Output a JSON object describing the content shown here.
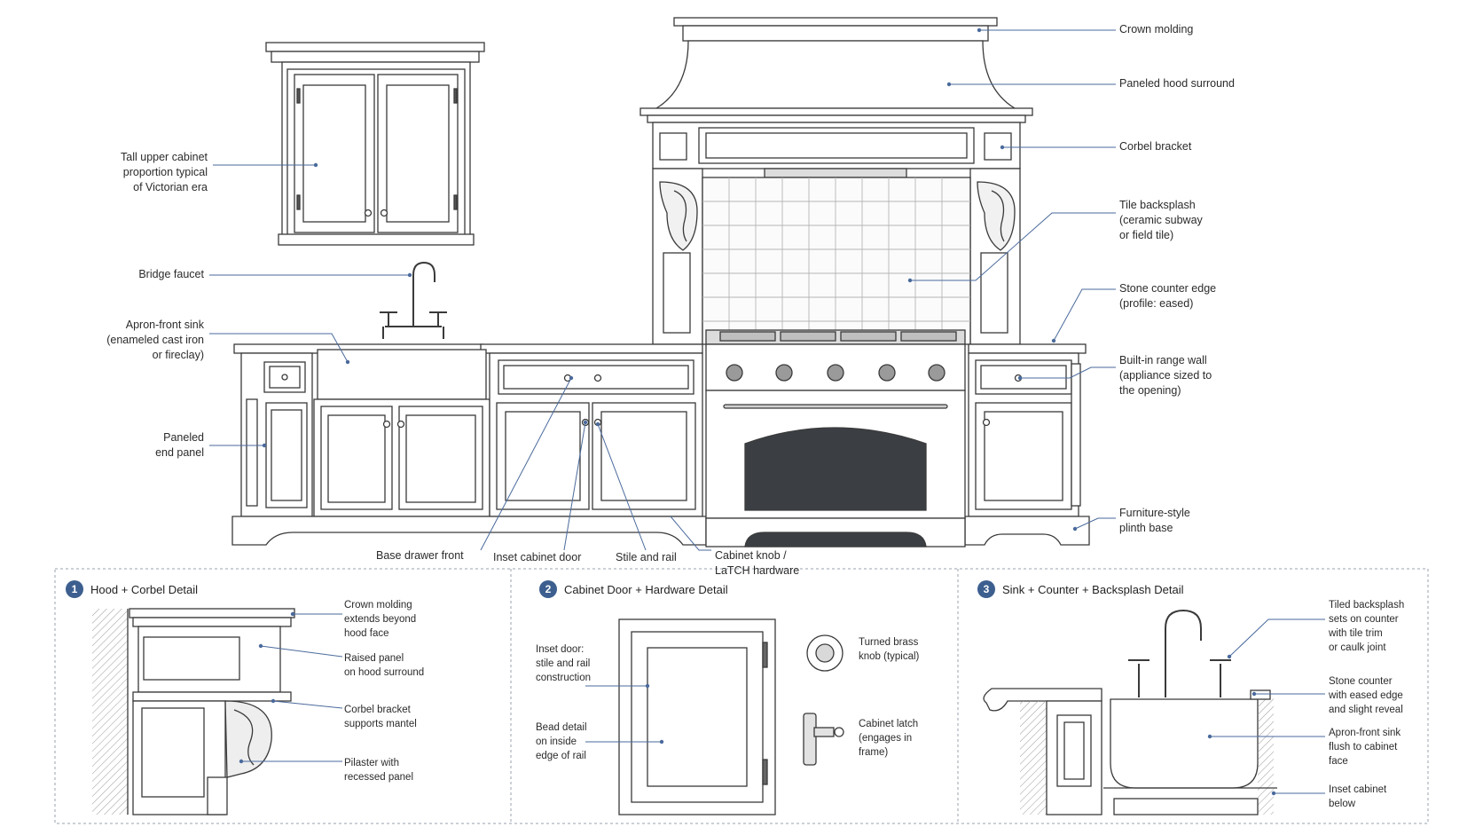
{
  "colors": {
    "leader": "#4a6a9c",
    "ink": "#3a3a3a",
    "badge": "#3d5f8f",
    "oven_window": "#3b3f44"
  },
  "main_labels": {
    "crown_molding": "Crown molding",
    "hood_surround": "Paneled hood surround",
    "corbel": "Corbel bracket",
    "tile": "Tile backsplash\n(ceramic subway\nor field tile)",
    "counter_edge": "Stone counter edge\n(profile: eased)",
    "range_wall": "Built-in range wall\n(appliance sized to\nthe opening)",
    "plinth": "Furniture-style\nplinth base",
    "upper_cabinet": "Tall upper cabinet\nproportion typical\nof Victorian era",
    "faucet": "Bridge faucet",
    "sink": "Apron-front sink\n(enameled cast iron\nor fireclay)",
    "end_panel": "Paneled\nend panel",
    "drawer_front": "Base drawer front",
    "inset_door": "Inset cabinet door",
    "stile_rail": "Stile and rail",
    "knob_latch": "Cabinet knob /\nLaTCH hardware"
  },
  "panels": [
    {
      "number": "1",
      "title": "Hood + Corbel Detail",
      "labels": [
        "Crown molding\nextends beyond\nhood face",
        "Raised panel\non hood surround",
        "Corbel bracket\nsupports mantel",
        "Pilaster with\nrecessed panel"
      ]
    },
    {
      "number": "2",
      "title": "Cabinet Door + Hardware Detail",
      "labels": [
        "Inset door:\nstile and rail\nconstruction",
        "Bead detail\non inside\nedge of rail",
        "Turned brass\nknob (typical)",
        "Cabinet latch\n(engages in\nframe)"
      ]
    },
    {
      "number": "3",
      "title": "Sink + Counter + Backsplash Detail",
      "labels": [
        "Tiled backsplash\nsets on counter\nwith tile trim\nor caulk joint",
        "Stone counter\nwith eased edge\nand slight reveal",
        "Apron-front sink\nflush to cabinet\nface",
        "Inset cabinet\nbelow"
      ]
    }
  ]
}
